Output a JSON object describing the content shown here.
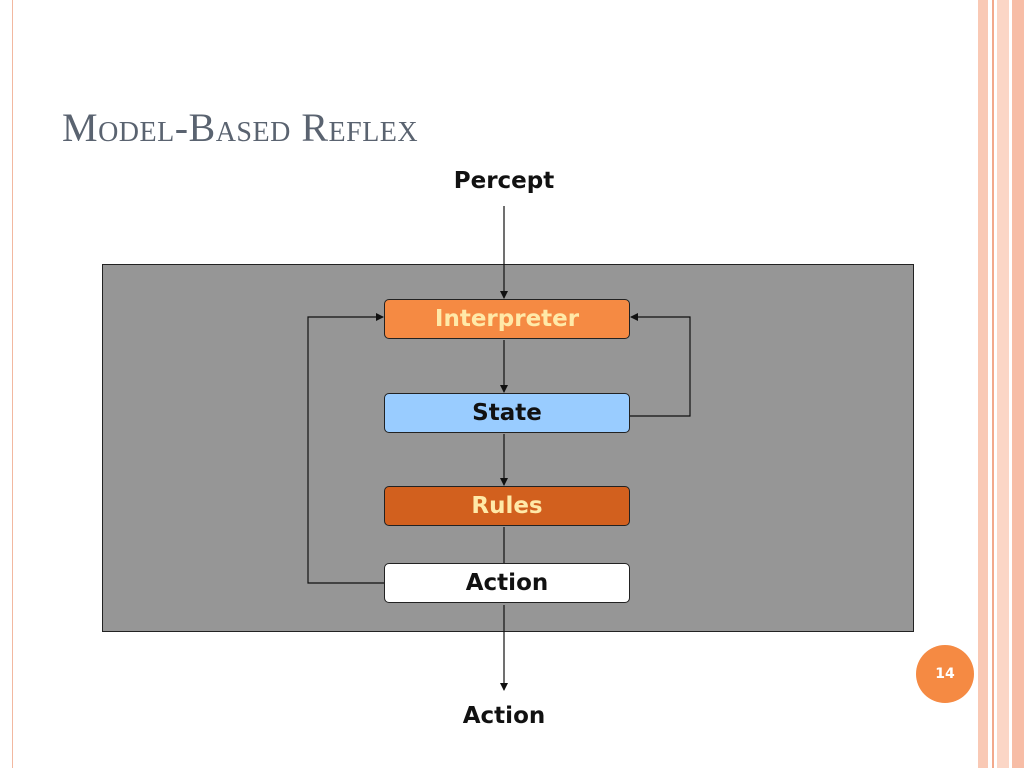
{
  "slide": {
    "title": "Model-Based Reflex",
    "page_number": "14"
  },
  "diagram": {
    "input_label": "Percept",
    "output_label": "Action",
    "nodes": {
      "interpreter": "Interpreter",
      "state": "State",
      "rules": "Rules",
      "action": "Action"
    }
  },
  "colors": {
    "panel": "#969696",
    "interpreter": "#f58a43",
    "state": "#99ccff",
    "rules": "#d2601e",
    "action": "#ffffff",
    "accent": "#f58a43"
  }
}
